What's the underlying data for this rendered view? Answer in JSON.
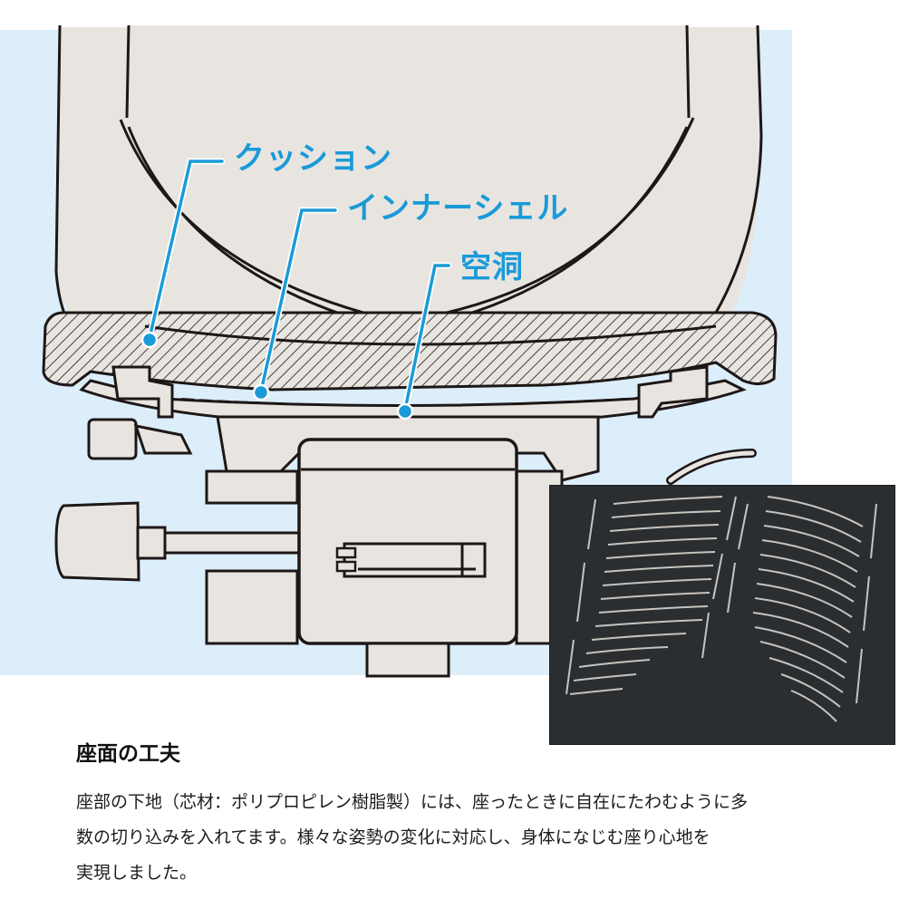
{
  "illustration": {
    "background_color": "#dbeefa",
    "part_fill": "#e8e5e1",
    "outline_color": "#1e1717",
    "accent_color": "#1a9ad8",
    "callouts": [
      {
        "label": "クッション",
        "target": "cushion"
      },
      {
        "label": "インナーシェル",
        "target": "inner-shell"
      },
      {
        "label": "空洞",
        "target": "cavity"
      }
    ]
  },
  "photo": {
    "subject": "seat-inner-shell-slits-photo"
  },
  "caption": {
    "title": "座面の工夫",
    "body_lines": [
      "座部の下地（芯材：ポリプロピレン樹脂製）には、座ったときに自在にたわむように多",
      "数の切り込みを入れてます。様々な姿勢の変化に対応し、身体になじむ座り心地を",
      "実現しました。"
    ]
  }
}
